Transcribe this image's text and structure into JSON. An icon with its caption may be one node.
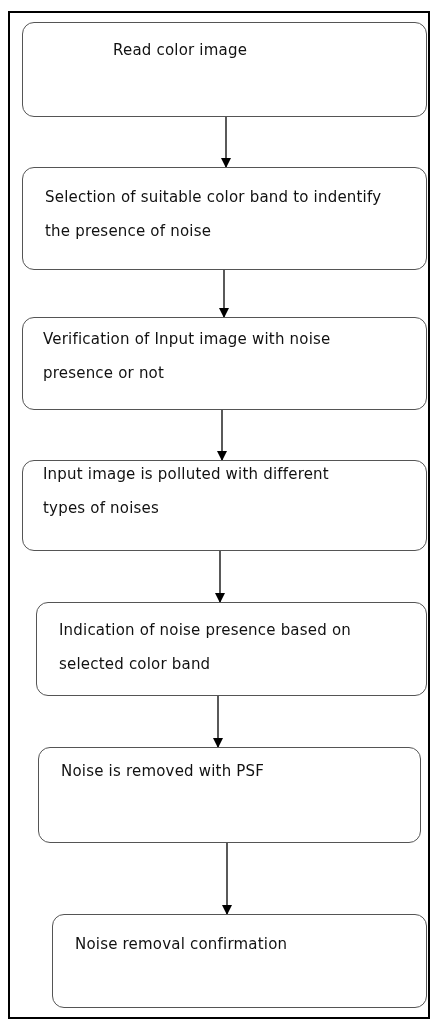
{
  "diagram": {
    "nodes": [
      {
        "text": [
          "Read color image"
        ]
      },
      {
        "text": [
          "Selection of suitable color band to indentify the presence of noise"
        ]
      },
      {
        "text": [
          "Verification of Input image with noise presence or not"
        ]
      },
      {
        "text": [
          "Input image is polluted with different types of noises"
        ]
      },
      {
        "text": [
          "Indication of noise presence based on selected color band"
        ]
      },
      {
        "text": [
          "Noise is removed with PSF"
        ]
      },
      {
        "text": [
          "Noise removal confirmation"
        ]
      }
    ],
    "edges": [
      {
        "from": 0,
        "to": 1,
        "arrow": "to"
      },
      {
        "from": 1,
        "to": 2,
        "arrow": "to"
      },
      {
        "from": 2,
        "to": 3,
        "arrow": "to"
      },
      {
        "from": 3,
        "to": 4,
        "arrow": "to"
      },
      {
        "from": 4,
        "to": 5,
        "arrow": "to"
      },
      {
        "from": 5,
        "to": 6,
        "arrow": "to"
      }
    ]
  }
}
